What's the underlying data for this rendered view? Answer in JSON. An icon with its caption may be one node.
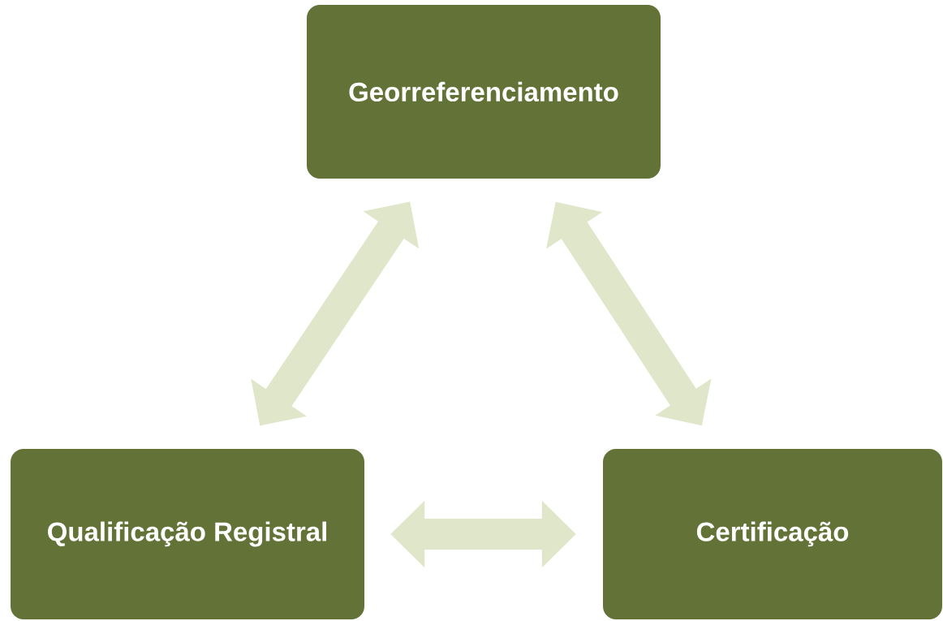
{
  "diagram": {
    "nodes": [
      {
        "text": [
          "Georreferenciamento"
        ]
      },
      {
        "text": [
          "Qualificação Registral"
        ]
      },
      {
        "text": [
          "Certificação"
        ]
      }
    ],
    "edges": [
      {
        "from": 0,
        "to": 1,
        "arrow": "both"
      },
      {
        "from": 0,
        "to": 2,
        "arrow": "both"
      },
      {
        "from": 1,
        "to": 2,
        "arrow": "both"
      }
    ]
  }
}
